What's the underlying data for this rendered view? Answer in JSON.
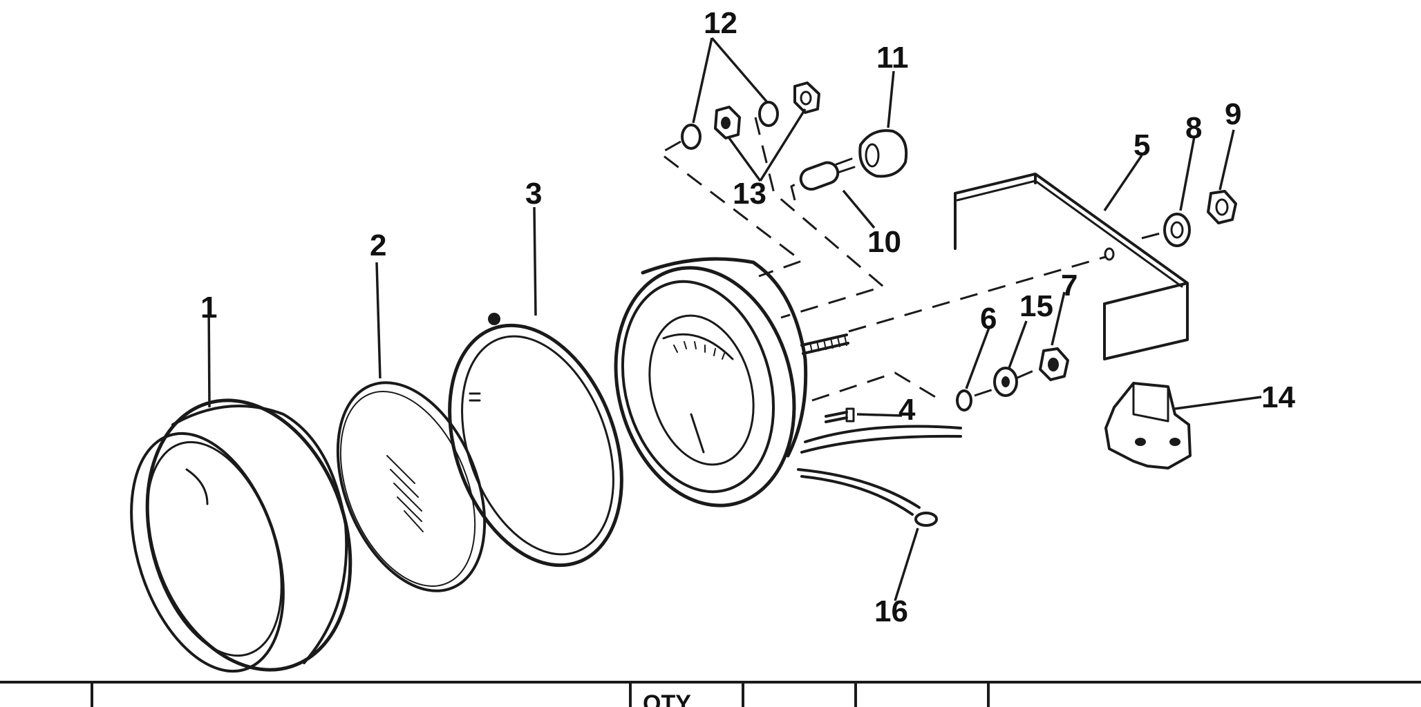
{
  "diagram": {
    "callouts": [
      "1",
      "2",
      "3",
      "4",
      "5",
      "6",
      "7",
      "8",
      "9",
      "10",
      "11",
      "12",
      "13",
      "14",
      "15",
      "16"
    ]
  },
  "table": {
    "header_qty": "QTY."
  }
}
